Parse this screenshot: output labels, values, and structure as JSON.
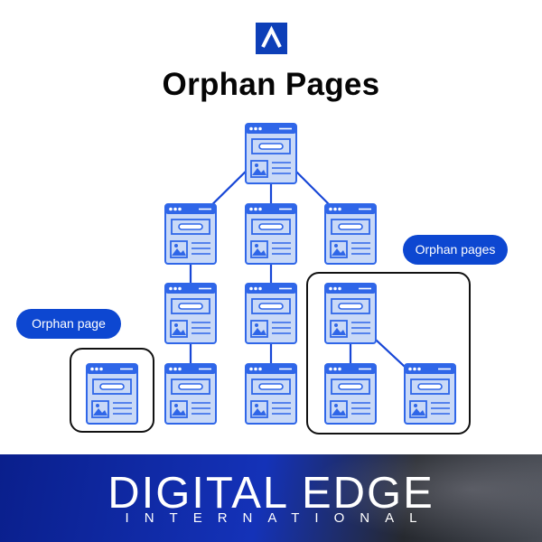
{
  "header": {
    "logo_icon": "chevron-up-icon",
    "title": "Orphan Pages"
  },
  "labels": {
    "orphan_page": "Orphan page",
    "orphan_pages": "Orphan pages"
  },
  "footer": {
    "brand_name": "DIGITAL EDGE",
    "brand_sub": "INTERNATIONAL"
  },
  "colors": {
    "accent": "#0d47d1",
    "page_fill": "#c9d9f7",
    "page_stroke": "#2f66e8",
    "footer_blue": "#1432b8",
    "footer_dark": "#2b2e35"
  }
}
